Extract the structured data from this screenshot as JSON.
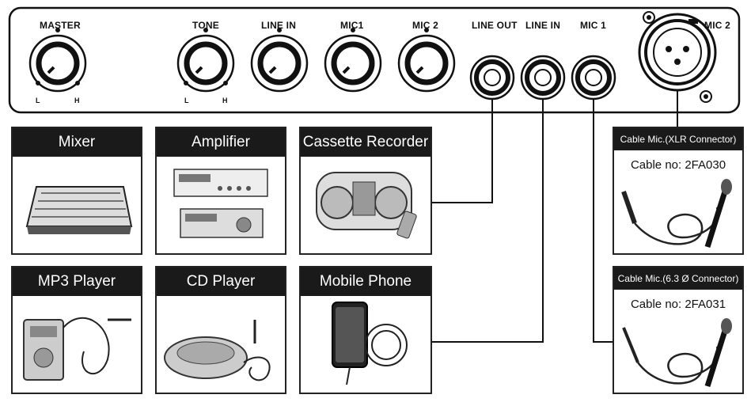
{
  "panel": {
    "knobs": {
      "master": "MASTER",
      "tone": "TONE",
      "line_in": "LINE IN",
      "mic1": "MIC1",
      "mic2": "MIC 2",
      "low": "L",
      "high": "H"
    },
    "jacks": {
      "line_out": "LINE OUT",
      "line_in": "LINE IN",
      "mic1": "MIC 1",
      "mic2": "MIC 2"
    }
  },
  "devices": {
    "mixer": "Mixer",
    "amplifier": "Amplifier",
    "cassette": "Cassette Recorder",
    "mp3": "MP3 Player",
    "cd": "CD Player",
    "mobile": "Mobile Phone"
  },
  "mics": {
    "xlr": {
      "title": "Cable Mic.(XLR Connector)",
      "cable": "Cable no: 2FA030"
    },
    "jack": {
      "title": "Cable Mic.(6.3 Ø Connector)",
      "cable": "Cable no: 2FA031"
    }
  }
}
